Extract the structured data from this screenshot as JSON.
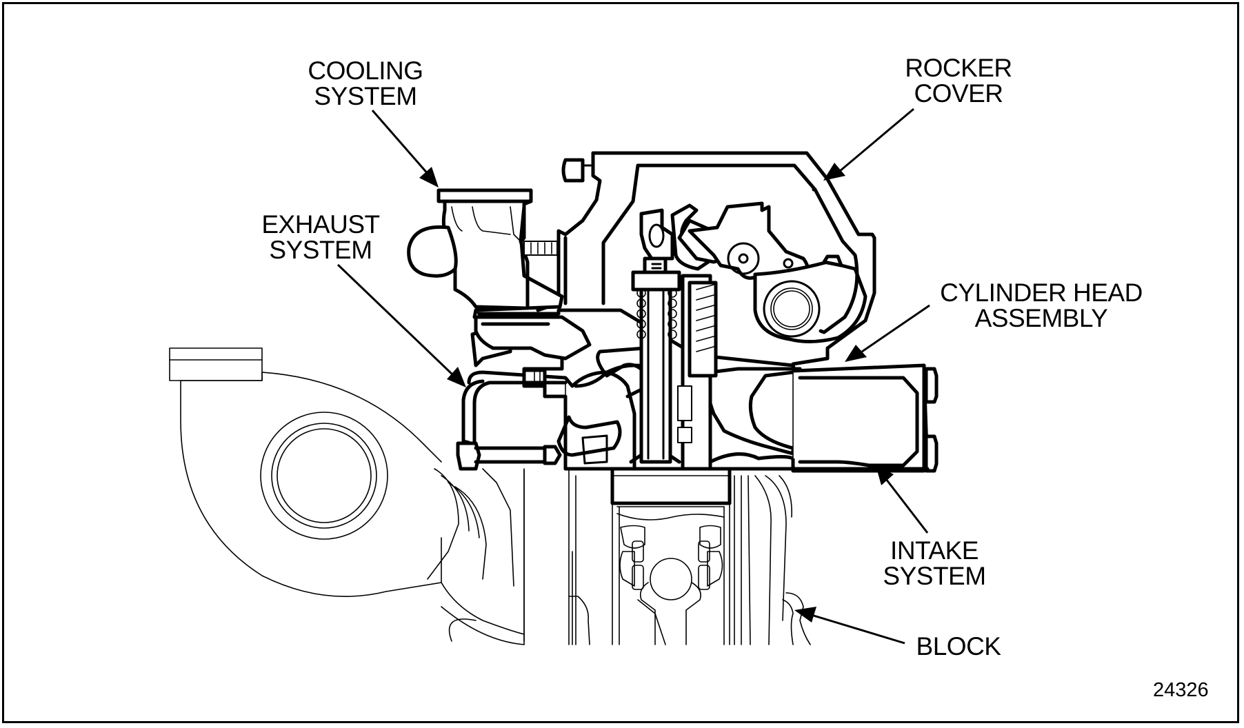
{
  "labels": {
    "cooling": [
      "COOLING",
      "SYSTEM"
    ],
    "rocker": [
      "ROCKER",
      "COVER"
    ],
    "exhaust": [
      "EXHAUST",
      "SYSTEM"
    ],
    "cylinder_head": [
      "CYLINDER HEAD",
      "ASSEMBLY"
    ],
    "intake": [
      "INTAKE",
      "SYSTEM"
    ],
    "block": [
      "BLOCK"
    ]
  },
  "figure_number": "24326",
  "icons": [
    "engine-cross-section-illustration",
    "leader-arrow"
  ]
}
